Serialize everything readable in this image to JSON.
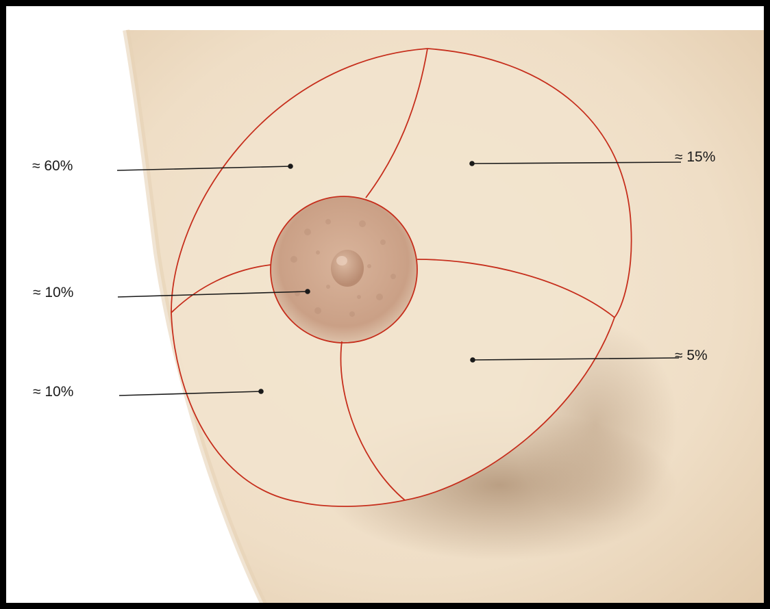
{
  "labels": {
    "upper_outer": "≈ 60%",
    "upper_inner": "≈ 15%",
    "central": "≈ 10%",
    "lower_outer": "≈ 10%",
    "lower_inner": "≈ 5%"
  },
  "colors": {
    "outline": "#c62e1c",
    "leader": "#1a1a1a",
    "skin": "#f1e2cc",
    "areola": "#cfa58d"
  }
}
